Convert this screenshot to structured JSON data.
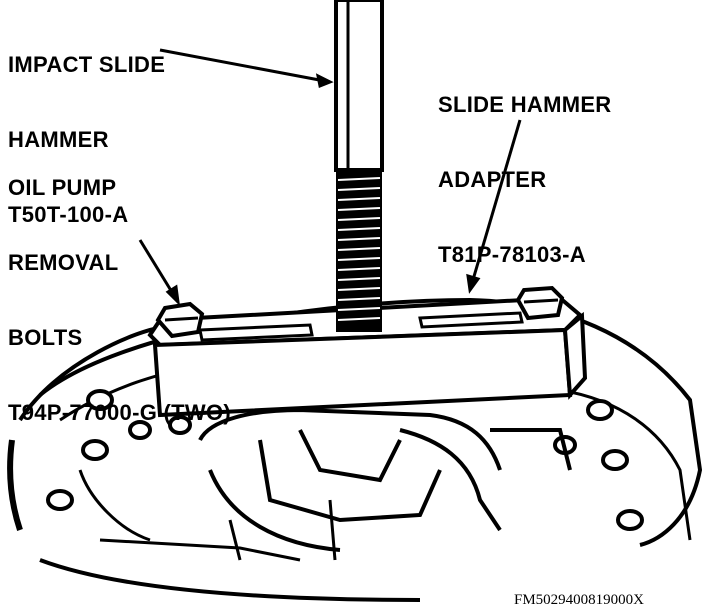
{
  "callouts": {
    "impact_slide_hammer": {
      "line1": "IMPACT SLIDE",
      "line2": "HAMMER",
      "line3": "T50T-100-A"
    },
    "slide_hammer_adapter": {
      "line1": "SLIDE HAMMER",
      "line2": "ADAPTER",
      "line3": "T81P-78103-A"
    },
    "oil_pump_removal_bolts": {
      "line1": "OIL PUMP",
      "line2": "REMOVAL",
      "line3": "BOLTS",
      "line4": "T94P-77000-G (TWO)"
    }
  },
  "figure_id": "FM5029400819000X",
  "colors": {
    "ink": "#000000",
    "paper": "#ffffff"
  }
}
